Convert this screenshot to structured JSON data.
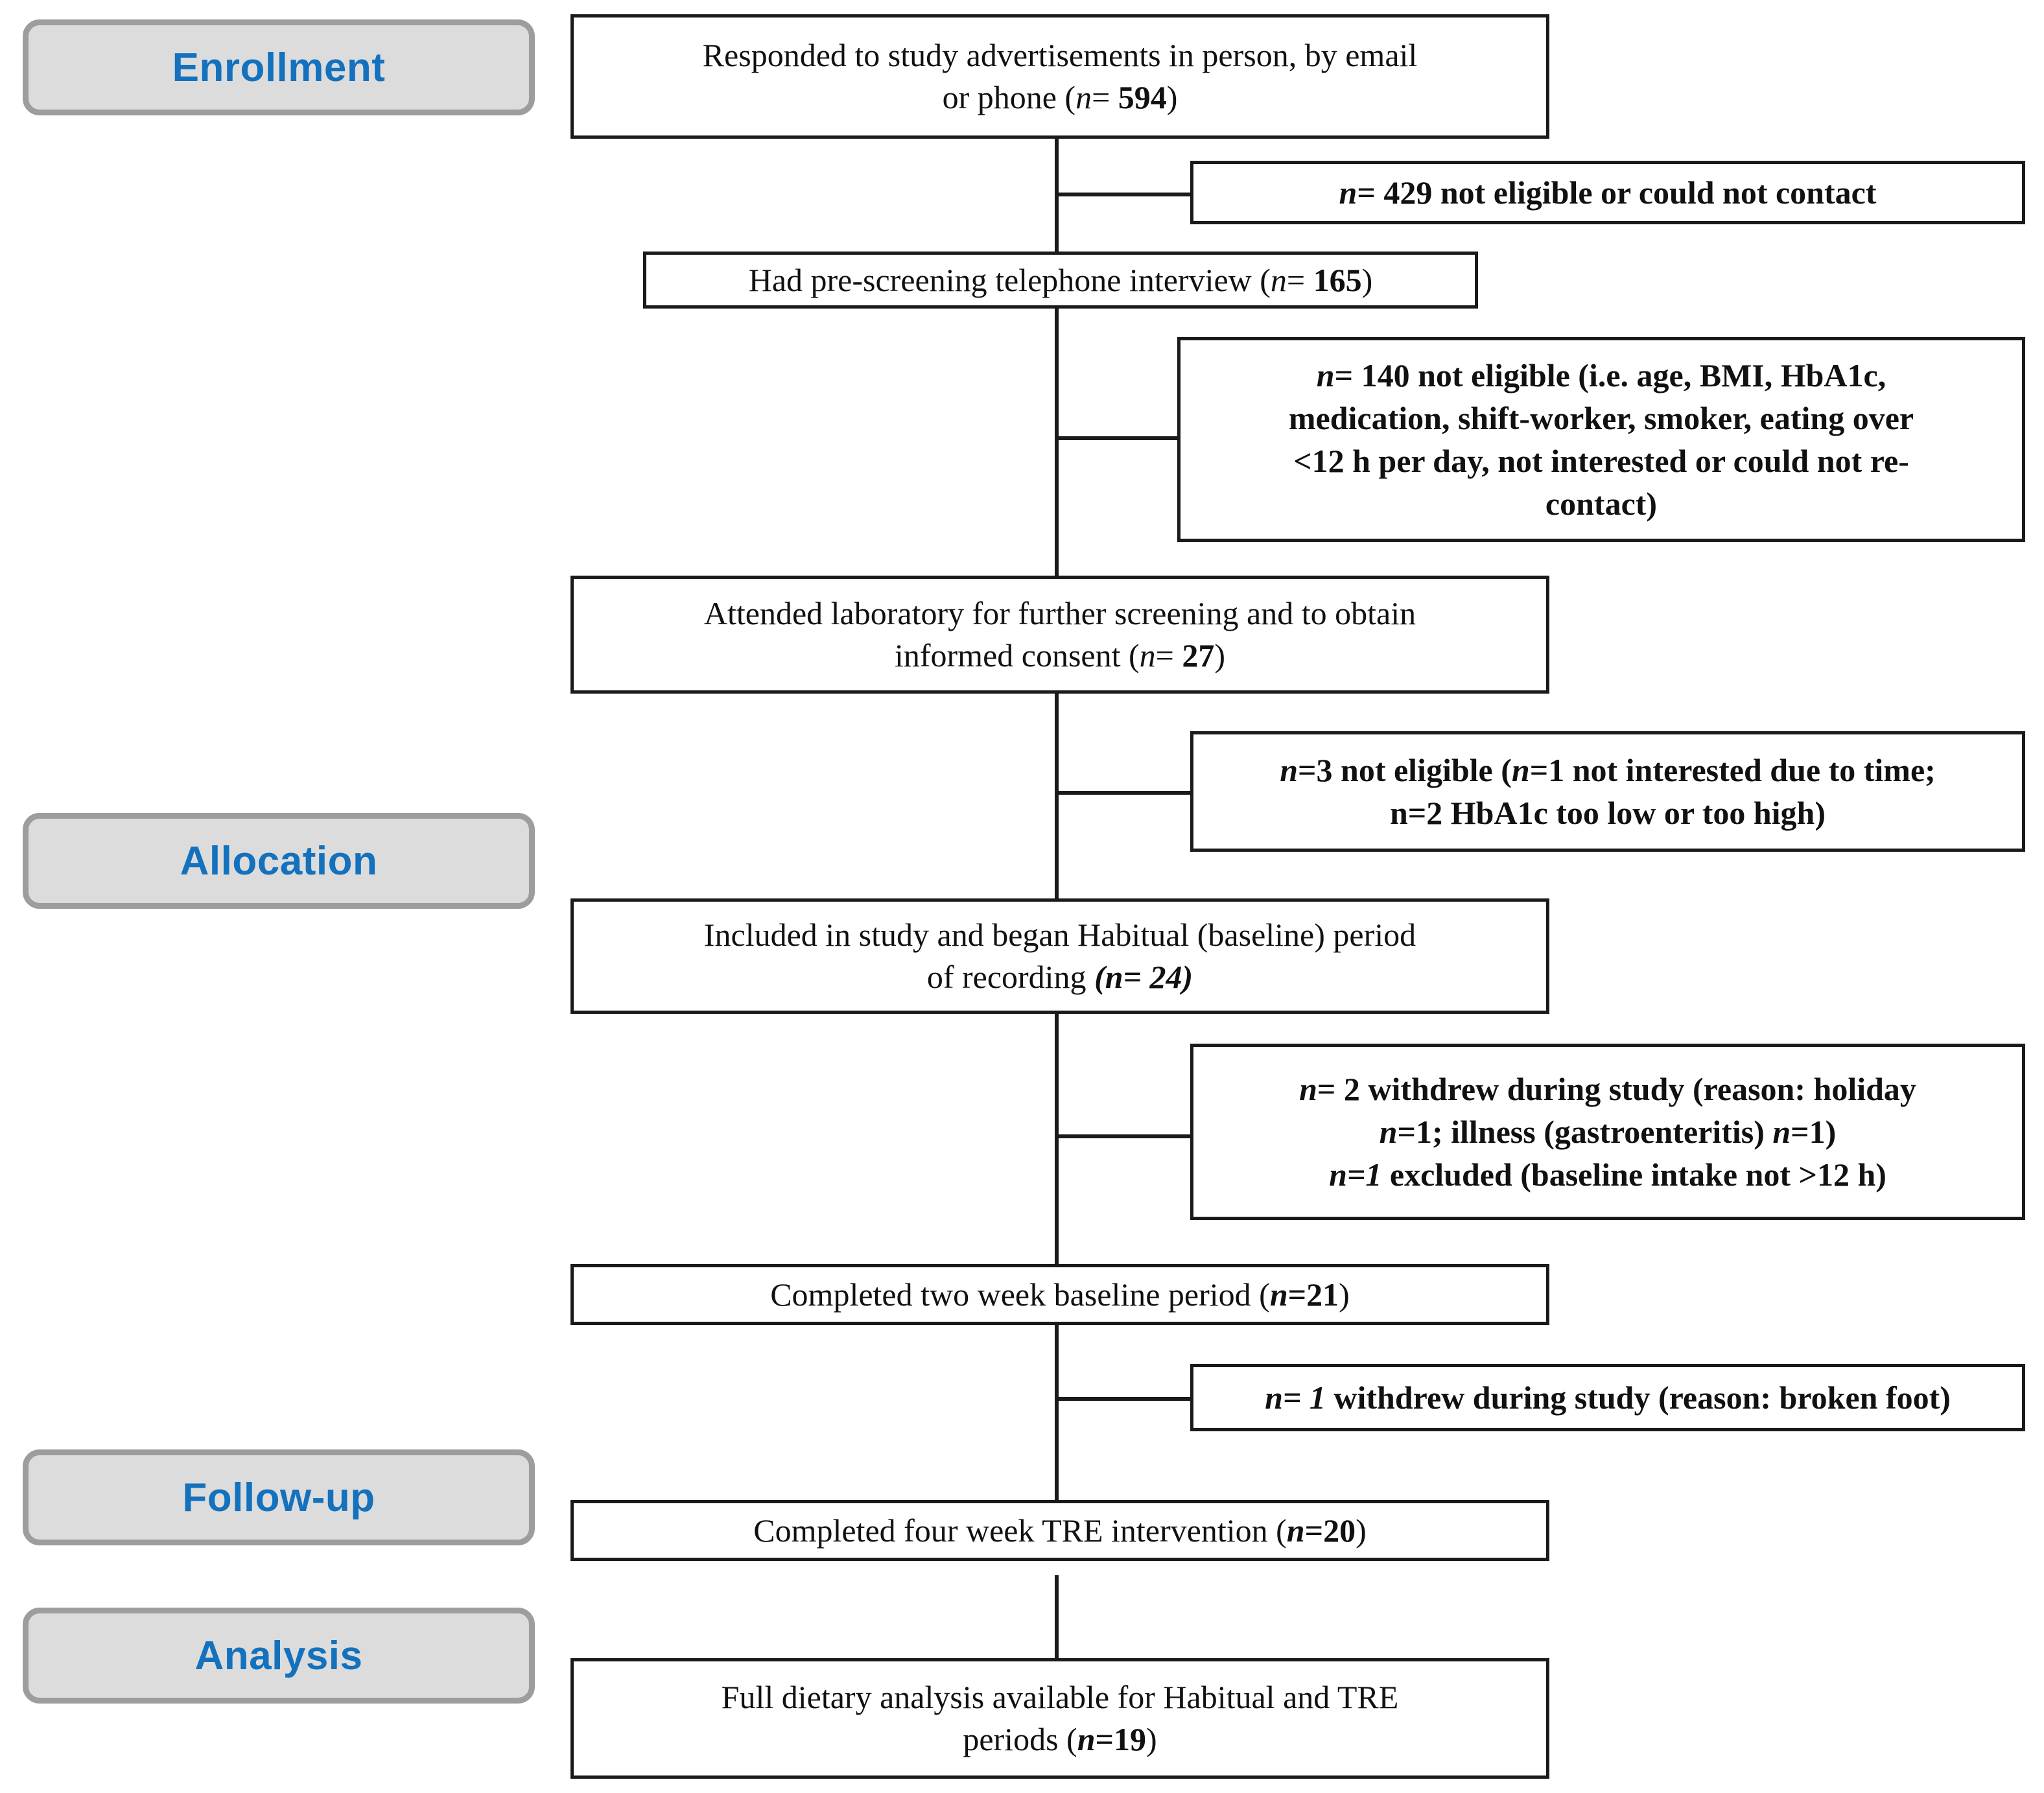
{
  "diagram": {
    "title": "CONSORT participant flow diagram",
    "accent_blue": "#1371bd",
    "chip_fill": "#dcdcdc",
    "chip_border": "#9d9d9d",
    "box_border": "#1a1a1a"
  },
  "stages": [
    {
      "label": "Enrollment"
    },
    {
      "label": "Allocation"
    },
    {
      "label": "Follow-up"
    },
    {
      "label": "Analysis"
    }
  ],
  "main_boxes": [
    {
      "id": "responded",
      "text": "Responded to study advertisements in person, by email or phone (n= 594)",
      "n": 594
    },
    {
      "id": "prescreen",
      "text": "Had pre-screening telephone interview (n= 165)",
      "n": 165
    },
    {
      "id": "attended-lab",
      "text": "Attended laboratory for further screening and to obtain informed consent (n= 27)",
      "n": 27
    },
    {
      "id": "included-habitual",
      "text": "Included in study and began Habitual (baseline) period of recording (n= 24)",
      "n": 24
    },
    {
      "id": "completed-baseline",
      "text": "Completed two week baseline period (n=21)",
      "n": 21
    },
    {
      "id": "completed-tre",
      "text": "Completed four week TRE intervention (n=20)",
      "n": 20
    },
    {
      "id": "full-analysis",
      "text": "Full dietary analysis available for Habitual and TRE periods (n=19)",
      "n": 19
    }
  ],
  "exclusion_boxes": [
    {
      "id": "excl-429",
      "text": "n= 429 not eligible or could not contact",
      "n": 429
    },
    {
      "id": "excl-140",
      "text": "n= 140 not eligible (i.e. age, BMI, HbA1c, medication, shift-worker, smoker, eating over <12 h per day, not interested or could not re-contact)",
      "n": 140
    },
    {
      "id": "excl-3",
      "text": "n=3 not eligible (n=1 not interested due to time; n=2 HbA1c too low or too high)",
      "n": 3
    },
    {
      "id": "excl-2-withdrew",
      "text": "n= 2 withdrew during study (reason: holiday n=1; illness (gastroenteritis) n=1) n=1 excluded (baseline intake not >12 h)",
      "n": 2
    },
    {
      "id": "excl-1-broken-foot",
      "text": "n= 1 withdrew during study (reason: broken foot)",
      "n": 1
    }
  ]
}
